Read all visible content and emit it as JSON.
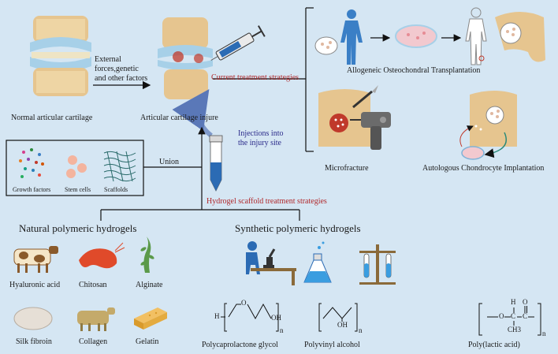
{
  "colors": {
    "background": "#d5e6f3",
    "accent_red": "#b0282b",
    "accent_blue": "#2a2a8a",
    "bone": "#e6c58f",
    "cartilage": "#a7d0e8"
  },
  "top": {
    "normal_label": "Normal articular cartilage",
    "factors": [
      "External",
      "forces,genetic",
      "and other factors"
    ],
    "injury_label": "Articular cartilage injure",
    "injection": [
      "Injections into",
      "the injury site"
    ]
  },
  "current": {
    "label": "Current treatment strategies",
    "allogeneic": "Allogeneic Osteochondral Transplantation",
    "microfracture": "Microfracture",
    "autologous": "Autologous Chondrocyte Implantation"
  },
  "union": {
    "label": "Union",
    "items": [
      "Growth factors",
      "Stem cells",
      "Scaffolds"
    ]
  },
  "hydrogel": {
    "label": "Hydrogel scaffold treatment strategies",
    "natural": {
      "title": "Natural polymeric hydrogels",
      "items": [
        "Hyaluronic acid",
        "Chitosan",
        "Alginate",
        "Silk fibroin",
        "Collagen",
        "Gelatin"
      ]
    },
    "synthetic": {
      "title": "Synthetic polymeric hydrogels",
      "items": [
        "Polycaprolactone glycol",
        "Polyvinyl alcohol",
        "Poly(lactic acid)"
      ],
      "formula_text": {
        "pcl": [
          "H",
          "O",
          "OH",
          "n"
        ],
        "pva": [
          "OH",
          "n"
        ],
        "pla": [
          "H",
          "O",
          "O",
          "C",
          "C",
          "CH3",
          "n"
        ]
      }
    }
  }
}
